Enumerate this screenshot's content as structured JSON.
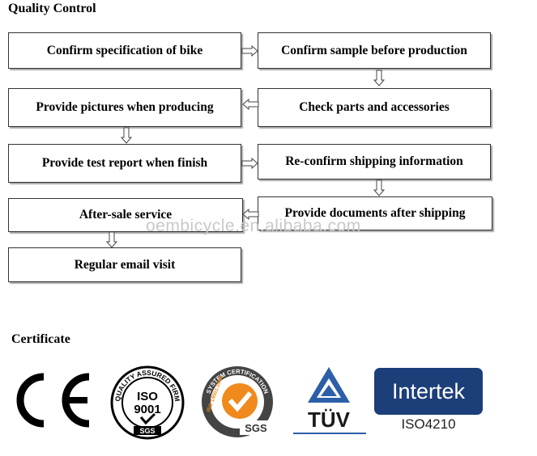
{
  "quality_title": "Quality Control",
  "steps": {
    "s1": "Confirm specification of bike",
    "s2": "Confirm sample before production",
    "s3": "Check parts and accessories",
    "s4": "Provide pictures when producing",
    "s5": "Provide test report when finish",
    "s6": "Re-confirm shipping information",
    "s7": "Provide documents after shipping",
    "s8": "After-sale service",
    "s9": "Regular email visit"
  },
  "watermark": "oembicycle.en.alibaba.com",
  "certificate_title": "Certificate",
  "logos": {
    "ce": "CE",
    "iso9001": {
      "ring": "QUALITY ASSURED FIRM",
      "mark": "ISO 9001",
      "brand": "SGS"
    },
    "iso14001": {
      "ring": "SYSTEM CERTIFICATION",
      "side": "ISO 14001:2004",
      "brand": "SGS"
    },
    "tuv": "TÜV",
    "intertek": {
      "name": "Intertek",
      "sub": "ISO4210"
    }
  },
  "colors": {
    "tuv_blue": "#2c5fa8",
    "intertek_blue": "#1c3f7a",
    "sgs_orange": "#f08a1c",
    "watermark": "#c9c9c9"
  }
}
